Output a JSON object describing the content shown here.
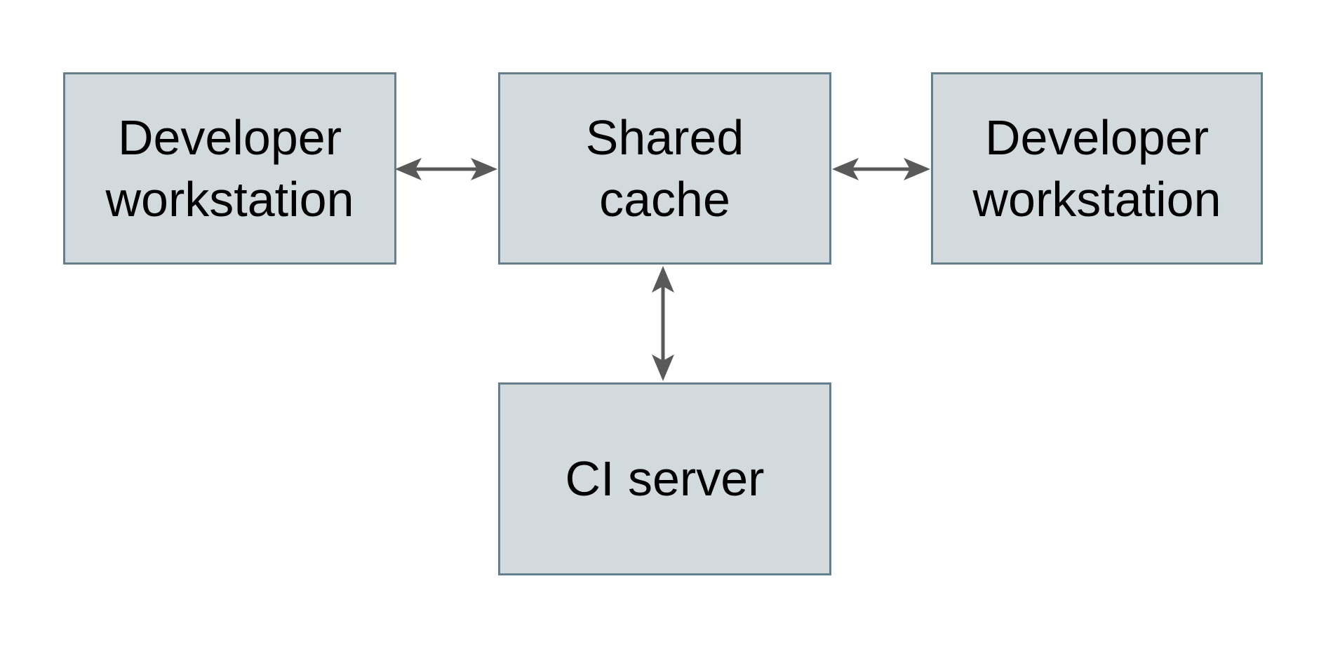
{
  "diagram": {
    "nodes": [
      {
        "id": "developer-workstation-left",
        "label": "Developer workstation",
        "lines": [
          "Developer",
          "workstation"
        ]
      },
      {
        "id": "shared-cache",
        "label": "Shared cache",
        "lines": [
          "Shared",
          "cache"
        ]
      },
      {
        "id": "developer-workstation-right",
        "label": "Developer workstation",
        "lines": [
          "Developer",
          "workstation"
        ]
      },
      {
        "id": "ci-server",
        "label": "CI server",
        "lines": [
          "CI server"
        ]
      }
    ],
    "edges": [
      {
        "from": "developer-workstation-left",
        "to": "shared-cache",
        "style": "double-headed-arrow"
      },
      {
        "from": "shared-cache",
        "to": "developer-workstation-right",
        "style": "double-headed-arrow"
      },
      {
        "from": "shared-cache",
        "to": "ci-server",
        "style": "double-headed-arrow"
      }
    ],
    "colors": {
      "background": "#ffffff",
      "node_fill": "#d2dadd",
      "node_border": "#65808c",
      "arrow": "#595959",
      "text": "#000000"
    }
  }
}
